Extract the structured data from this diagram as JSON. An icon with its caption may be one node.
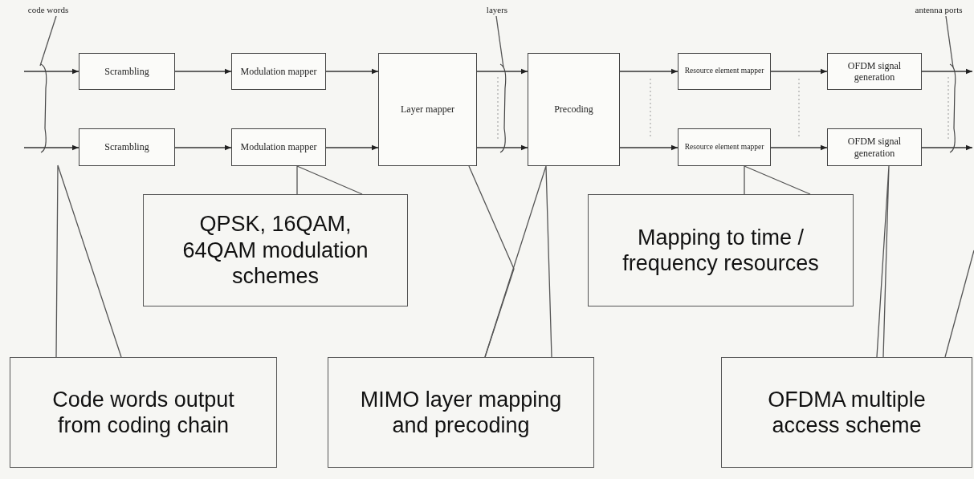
{
  "diagram": {
    "nodes": [
      {
        "text": [
          "Scrambling"
        ]
      },
      {
        "text": [
          "Modulation mapper"
        ]
      },
      {
        "text": [
          "Layer mapper"
        ]
      },
      {
        "text": [
          "Precoding"
        ]
      },
      {
        "text": [
          "Resource element mapper"
        ]
      },
      {
        "text": [
          "OFDM signal generation"
        ]
      },
      {
        "text": [
          "Scrambling"
        ]
      },
      {
        "text": [
          "Modulation mapper"
        ]
      },
      {
        "text": [
          "Resource element mapper"
        ]
      },
      {
        "text": [
          "OFDM signal generation"
        ]
      },
      {
        "text": [
          "code words"
        ]
      },
      {
        "text": [
          "layers"
        ]
      },
      {
        "text": [
          "antenna ports"
        ]
      },
      {
        "text": [
          "QPSK, 16QAM, 64QAM modulation schemes"
        ]
      },
      {
        "text": [
          "Mapping to time / frequency resources"
        ]
      },
      {
        "text": [
          "Code words output from coding chain"
        ]
      },
      {
        "text": [
          "MIMO layer mapping and precoding"
        ]
      },
      {
        "text": [
          "OFDMA multiple access scheme"
        ]
      }
    ],
    "edges": [
      {
        "from": null,
        "to": 0,
        "arrow": "to"
      },
      {
        "from": null,
        "to": 6,
        "arrow": "to"
      },
      {
        "from": 0,
        "to": 1,
        "arrow": "to"
      },
      {
        "from": 6,
        "to": 7,
        "arrow": "to"
      },
      {
        "from": 1,
        "to": 2,
        "arrow": "to"
      },
      {
        "from": 7,
        "to": 2,
        "arrow": "to"
      },
      {
        "from": 2,
        "to": 3,
        "arrow": "to"
      },
      {
        "from": 2,
        "to": 3,
        "arrow": "to"
      },
      {
        "from": 3,
        "to": 4,
        "arrow": "to"
      },
      {
        "from": 3,
        "to": 8,
        "arrow": "to"
      },
      {
        "from": 4,
        "to": 5,
        "arrow": "to"
      },
      {
        "from": 8,
        "to": 9,
        "arrow": "to"
      },
      {
        "from": 5,
        "to": null,
        "arrow": "to"
      },
      {
        "from": 9,
        "to": null,
        "arrow": "to"
      },
      {
        "from": 10,
        "to": null,
        "arrow": "none"
      },
      {
        "from": 11,
        "to": null,
        "arrow": "none"
      },
      {
        "from": 12,
        "to": null,
        "arrow": "none"
      },
      {
        "from": 13,
        "to": 7,
        "arrow": "none"
      },
      {
        "from": 14,
        "to": 8,
        "arrow": "none"
      },
      {
        "from": 15,
        "to": null,
        "arrow": "none"
      },
      {
        "from": 16,
        "to": 2,
        "arrow": "none"
      },
      {
        "from": 16,
        "to": 3,
        "arrow": "none"
      },
      {
        "from": 17,
        "to": 9,
        "arrow": "none"
      },
      {
        "from": 17,
        "to": null,
        "arrow": "none"
      }
    ]
  }
}
